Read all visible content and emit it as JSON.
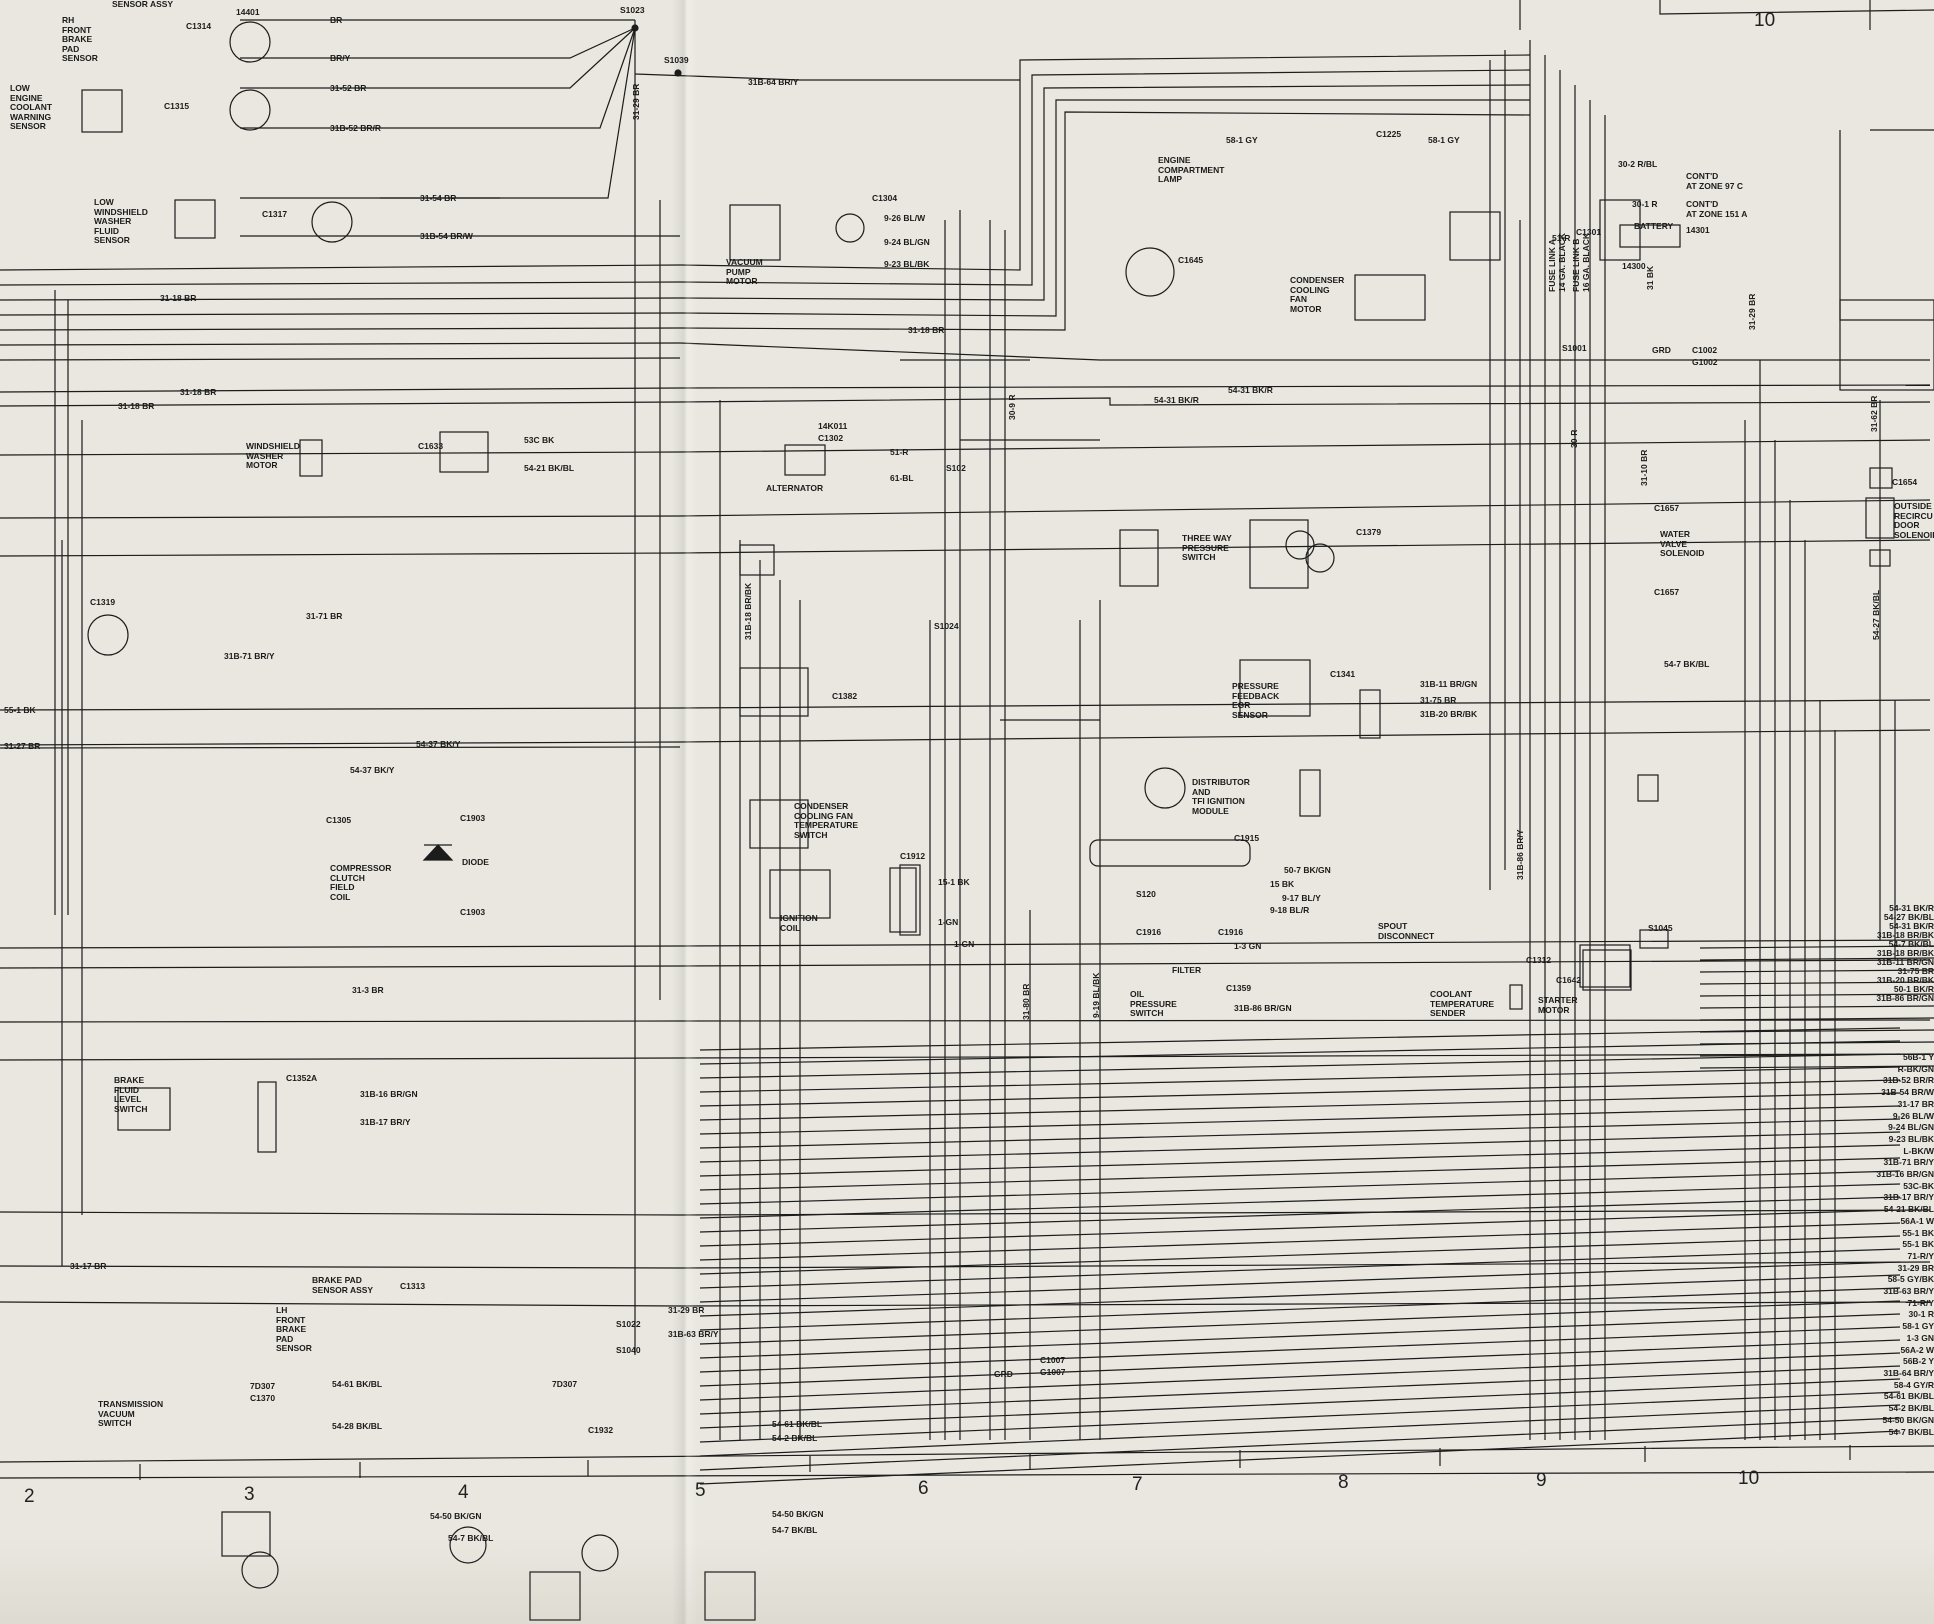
{
  "zones": {
    "top": [
      "10"
    ],
    "bottom": [
      "2",
      "3",
      "4",
      "5",
      "6",
      "7",
      "8",
      "9",
      "10"
    ]
  },
  "components": {
    "rh_pad_sensor_assy": "SENSOR ASSY",
    "rh_pad_sensor": "RH\nFRONT\nBRAKE\nPAD\nSENSOR",
    "low_coolant": "LOW\nENGINE\nCOOLANT\nWARNING\nSENSOR",
    "low_washer": "LOW\nWINDSHIELD\nWASHER\nFLUID\nSENSOR",
    "windshield_washer_motor": "WINDSHIELD\nWASHER\nMOTOR",
    "vacuum_pump_motor": "VACUUM\nPUMP\nMOTOR",
    "alternator": "ALTERNATOR",
    "engine_compartment_lamp": "ENGINE\nCOMPARTMENT\nLAMP",
    "condenser_cooling_fan_motor": "CONDENSER\nCOOLING\nFAN\nMOTOR",
    "three_way_pressure_switch": "THREE WAY\nPRESSURE\nSWITCH",
    "pressure_feedback_egr": "PRESSURE\nFEEDBACK\nEGR\nSENSOR",
    "distributor": "DISTRIBUTOR\nAND\nTFI IGNITION\nMODULE",
    "condenser_fan_temp_switch": "CONDENSER\nCOOLING FAN\nTEMPERATURE\nSWITCH",
    "ignition_coil": "IGNITION\nCOIL",
    "compressor_clutch": "COMPRESSOR\nCLUTCH\nFIELD\nCOIL",
    "diode": "DIODE",
    "oil_pressure_switch": "OIL\nPRESSURE\nSWITCH",
    "filter": "FILTER",
    "spout_disconnect": "SPOUT\nDISCONNECT",
    "coolant_temp_sender": "COOLANT\nTEMPERATURE\nSENDER",
    "starter_motor": "STARTER\nMOTOR",
    "battery": "BATTERY",
    "water_valve_solenoid": "WATER\nVALVE\nSOLENOID",
    "outside_recirc": "OUTSIDE\nRECIRCU\nDOOR\nSOLENOID",
    "brake_fluid_level": "BRAKE\nFLUID\nLEVEL\nSWITCH",
    "lh_pad_sensor_assy": "BRAKE PAD\nSENSOR ASSY",
    "lh_pad_sensor": "LH\nFRONT\nBRAKE\nPAD\nSENSOR",
    "transmission_vacuum": "TRANSMISSION\nVACUUM\nSWITCH",
    "cont_97c": "CONT'D\nAT ZONE 97 C",
    "cont_151a": "CONT'D\nAT ZONE 151 A",
    "fuse_link_a": "FUSE LINK A\n14 GA. BLACK",
    "fuse_link_b": "FUSE LINK B\n16 GA. BLACK"
  },
  "connectors": [
    "14401",
    "C1314",
    "C1315",
    "C1317",
    "S1023",
    "S1039",
    "C1304",
    "C1225",
    "C1645",
    "C1633",
    "14K011",
    "C1302",
    "S102",
    "C1379",
    "C1319",
    "S1024",
    "C1382",
    "C1305",
    "C1903",
    "C1912",
    "C1915",
    "S120",
    "C1916",
    "C1359",
    "C1352A",
    "C1313",
    "S1022",
    "S1040",
    "7D307",
    "C1370",
    "C1932",
    "C1007",
    "G1007",
    "C1301",
    "14300",
    "C1002",
    "G1002",
    "C1642",
    "S1045",
    "C1312",
    "C1654",
    "C1657",
    "S1001",
    "C1341",
    "GRD",
    "14301"
  ],
  "wire_labels": {
    "top": [
      "BR",
      "BR/Y",
      "31-52 BR",
      "31B-52 BR/R",
      "31-54 BR",
      "31B-54 BR/W",
      "31B-64 BR/Y",
      "31-29 BR",
      "58-1 GY"
    ],
    "mid": [
      "31-18 BR",
      "53C BK",
      "54-21 BK/BL",
      "51-R",
      "61-BL",
      "30-9 R",
      "54-31 BK/R",
      "9-26 BL/W",
      "9-24 BL/GN",
      "9-23 BL/BK",
      "31B-11 BR/GN",
      "31-75 BR",
      "31B-20 BR/BK",
      "31B-18 BR/BK",
      "54-37 BK/Y",
      "31-71 BR",
      "31B-71 BR/Y",
      "55-1 BK",
      "31-27 BR",
      "54-37 BK/Y",
      "15-1 BK",
      "1-GN",
      "50-7 BK/GN",
      "15 BK",
      "9-17 BL/Y",
      "9-18 BL/R",
      "1-3 GN",
      "31B-86 BR/GN",
      "9-19 BL/BK",
      "31-80 BR",
      "31-3 BR",
      "31B-16 BR/GN",
      "31B-17 BR/Y",
      "31-17 BR",
      "31-29 BR",
      "31B-63 BR/Y",
      "54-61 BK/BL",
      "54-28 BK/BL",
      "54-50 BK/GN",
      "54-7 BK/BL",
      "54-2 BK/BL",
      "30-2 R/BL",
      "30-1 R",
      "51-R",
      "31 BK",
      "30-R",
      "31-10 BR",
      "54-7 BK/BL",
      "31-62 BR",
      "54-27 BK/BL",
      "31B-86 BR/Y",
      "31-29 BR"
    ],
    "right_edge": [
      "54-31 BK/R",
      "54-27 BK/BL",
      "54-31 BK/R",
      "31B-18 BR/BK",
      "54-7 BK/BL",
      "31B-18 BR/BK",
      "31B-11 BR/GN",
      "31-75 BR",
      "31B-20 BR/BK",
      "50-1 BK/R",
      "31B-86 BR/GN",
      "56B-1 Y",
      "R-BK/GN",
      "31B-52 BR/R",
      "31B-54 BR/W",
      "31-17 BR",
      "9-26 BL/W",
      "9-24 BL/GN",
      "9-23 BL/BK",
      "L-BK/W",
      "31B-71 BR/Y",
      "31B-16 BR/GN",
      "53C-BK",
      "31B-17 BR/Y",
      "54-21 BK/BL",
      "56A-1 W",
      "55-1 BK",
      "55-1 BK",
      "71-R/Y",
      "31-29 BR",
      "58-5 GY/BK",
      "31B-63 BR/Y",
      "71-R/Y",
      "30-1 R",
      "58-1 GY",
      "1-3 GN",
      "56A-2 W",
      "56B-2 Y",
      "31B-64 BR/Y",
      "58-4 GY/R",
      "54-61 BK/BL",
      "54-2 BK/BL",
      "54-50 BK/GN",
      "54-7 BK/BL"
    ]
  },
  "colors": {
    "paper": "#e9e7df",
    "ink": "#1c1c1c"
  }
}
